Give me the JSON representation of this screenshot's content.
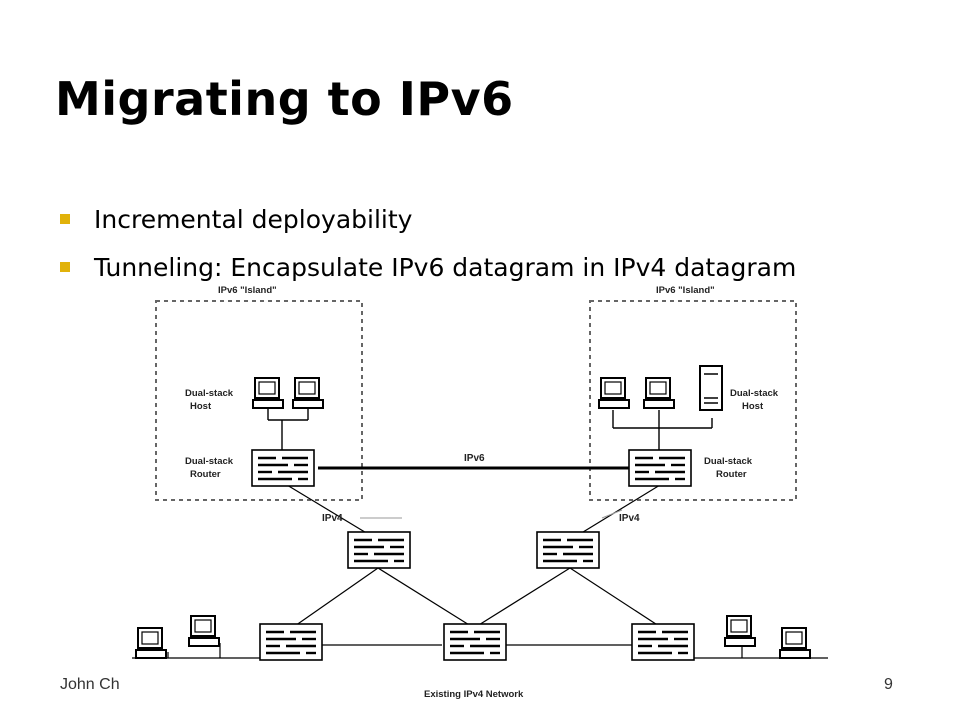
{
  "slide": {
    "title": "Migrating to IPv6",
    "bullets": [
      "Incremental deployability",
      "Tunneling: Encapsulate IPv6 datagram in IPv4 datagram"
    ],
    "footer_author": "John Ch",
    "page_number": "9",
    "bullet_color": "#e1b20a"
  },
  "diagram": {
    "island_left_label": "IPv6 \"Island\"",
    "island_right_label": "IPv6 \"Island\"",
    "dual_stack_host_line1": "Dual-stack",
    "dual_stack_host_line2": "Host",
    "dual_stack_router_line1": "Dual-stack",
    "dual_stack_router_line2": "Router",
    "ipv6_link_label": "IPv6",
    "ipv4_label": "IPv4",
    "network_caption": "Existing IPv4 Network"
  }
}
